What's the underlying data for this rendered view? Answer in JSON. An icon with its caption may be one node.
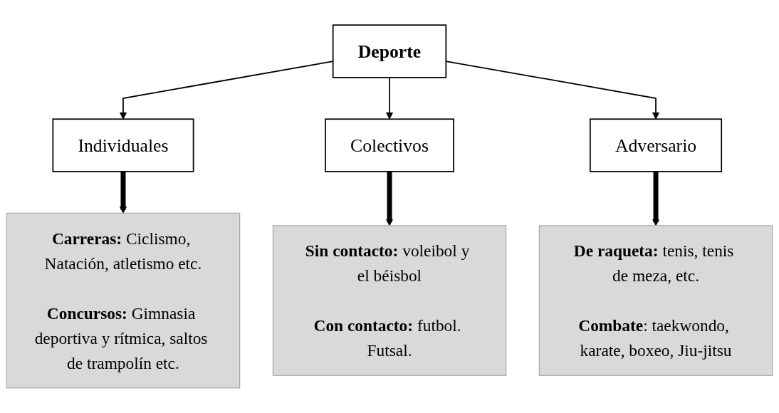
{
  "diagram": {
    "nodes": [
      {
        "text": [
          "Deporte"
        ]
      },
      {
        "text": [
          "Individuales"
        ]
      },
      {
        "text": [
          "Colectivos"
        ]
      },
      {
        "text": [
          "Adversario"
        ]
      },
      {
        "text": [
          "**Carreras:** Ciclismo, Natación, atletismo etc.",
          "**Concursos:** Gimnasia deportiva y rítmica, saltos de trampolín etc."
        ]
      },
      {
        "text": [
          "**Sin contacto:** voleibol y el béisbol",
          "**Con contacto:** futbol. Futsal."
        ]
      },
      {
        "text": [
          "**De raqueta:** tenis, tenis de meza, etc.",
          "**Combate**: taekwondo, karate, boxeo, Jiu-jitsu"
        ]
      }
    ],
    "edges": [
      {
        "from": 0,
        "to": 1,
        "arrow": "to"
      },
      {
        "from": 0,
        "to": 2,
        "arrow": "to"
      },
      {
        "from": 0,
        "to": 3,
        "arrow": "to"
      },
      {
        "from": 1,
        "to": 4,
        "arrow": "to",
        "style": "thick"
      },
      {
        "from": 2,
        "to": 5,
        "arrow": "to",
        "style": "thick"
      },
      {
        "from": 3,
        "to": 6,
        "arrow": "to",
        "style": "thick"
      }
    ]
  }
}
